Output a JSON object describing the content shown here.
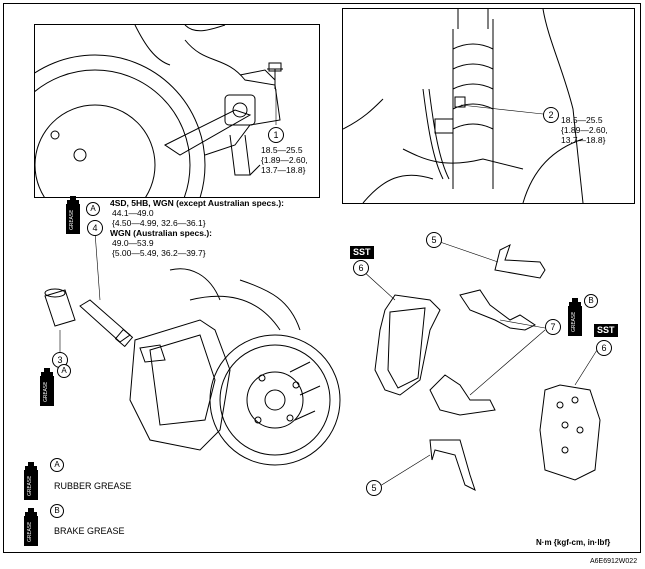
{
  "callouts": {
    "n1": "1",
    "n2": "2",
    "n3": "3",
    "n4": "4",
    "n5a": "5",
    "n5b": "5",
    "n6a": "6",
    "n6b": "6",
    "n7": "7"
  },
  "torque_1": [
    "18.5—25.5",
    "{1.89—2.60,",
    "13.7—18.8}"
  ],
  "torque_2": [
    "18.5—25.5",
    "{1.89—2.60,",
    "13.7—18.8}"
  ],
  "torque_4": {
    "heading1": "4SD, 5HB, WGN (except Australian specs.):",
    "value1a": "44.1—49.0",
    "value1b": "{4.50—4.99, 32.6—36.1}",
    "heading2": "WGN (Australian specs.):",
    "value2a": "49.0—53.9",
    "value2b": "{5.00—5.49, 36.2—39.7}"
  },
  "grease": {
    "a": "A",
    "b": "B",
    "can_label": "GREASE"
  },
  "legend": {
    "a_letter": "A",
    "a_text": "RUBBER GREASE",
    "b_letter": "B",
    "b_text": "BRAKE GREASE"
  },
  "sst_label": "SST",
  "units": "N·m {kgf-cm,  in·lbf}",
  "figure_code": "A6E6912W022"
}
